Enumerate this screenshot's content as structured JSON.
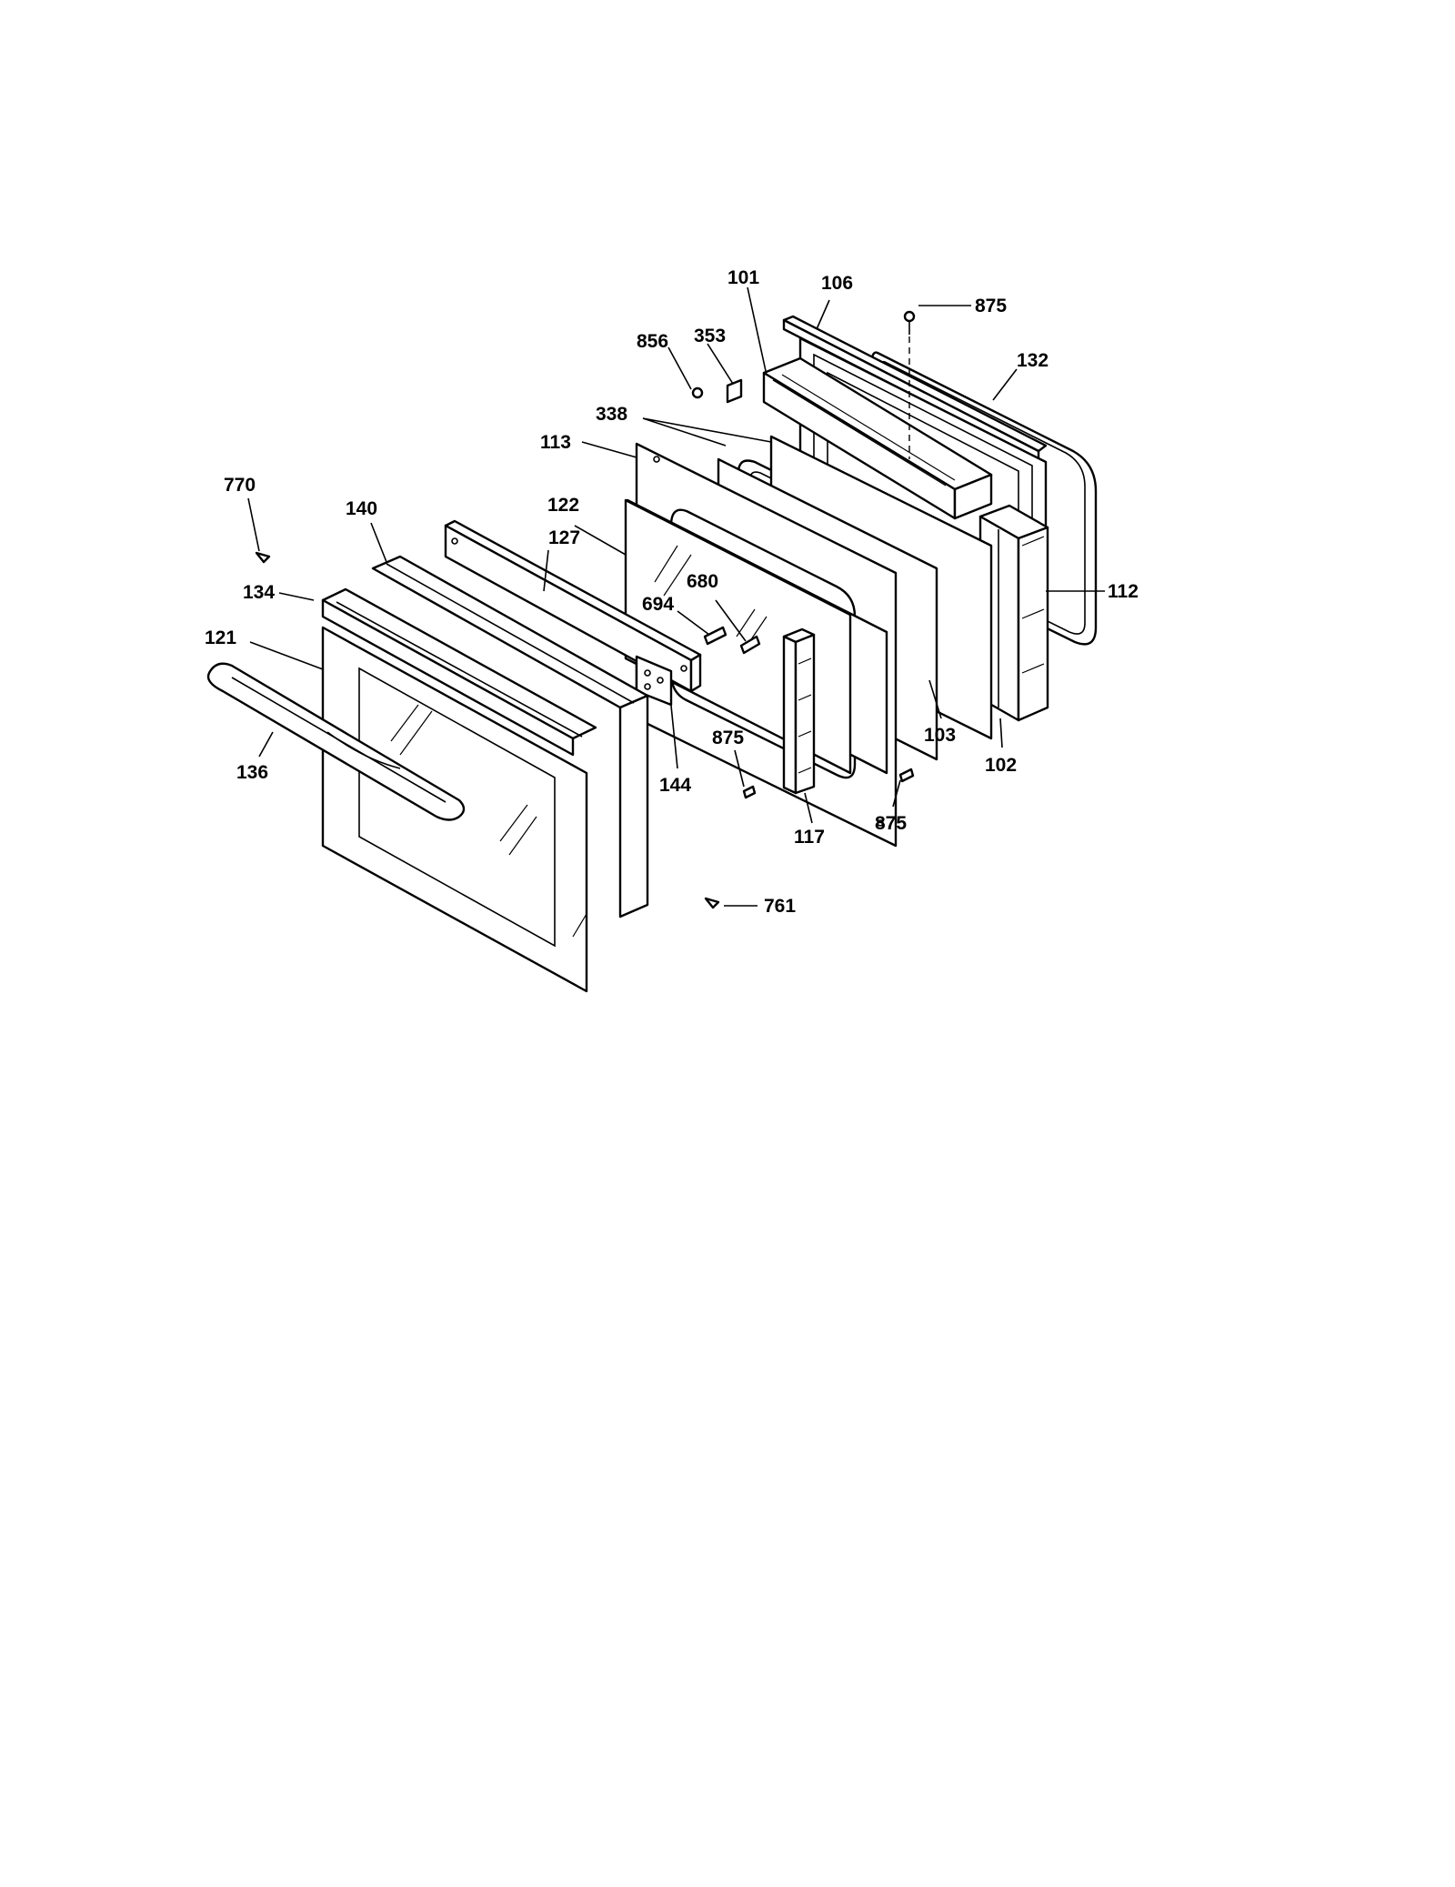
{
  "diagram": {
    "callouts": {
      "c101": "101",
      "c106": "106",
      "c875a": "875",
      "c132": "132",
      "c856": "856",
      "c353": "353",
      "c338": "338",
      "c113": "113",
      "c770": "770",
      "c140": "140",
      "c122": "122",
      "c127": "127",
      "c134": "134",
      "c121": "121",
      "c680": "680",
      "c694": "694",
      "c112": "112",
      "c103": "103",
      "c875b": "875",
      "c102": "102",
      "c144": "144",
      "c136": "136",
      "c117": "117",
      "c875c": "875",
      "c761": "761"
    }
  }
}
